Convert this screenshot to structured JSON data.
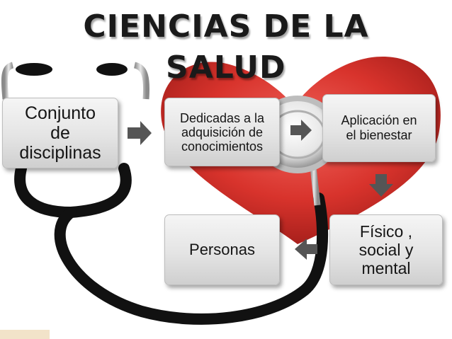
{
  "title": {
    "line1": "CIENCIAS DE LA",
    "line2": "SALUD"
  },
  "boxes": {
    "conjunto": "Conjunto\nde\ndisciplinas",
    "dedicadas": "Dedicadas a la\nadquisición de\nconocimientos",
    "aplicacion": "Aplicación en\nel bienestar",
    "fisico": "Físico ,\nsocial y\nmental",
    "personas": "Personas"
  },
  "colors": {
    "heart": "#d9312b",
    "arrow": "#555555",
    "tube": "#111111"
  },
  "icons": [
    "stethoscope-icon",
    "heart-icon",
    "arrow-right-icon",
    "arrow-down-icon",
    "arrow-left-icon"
  ]
}
